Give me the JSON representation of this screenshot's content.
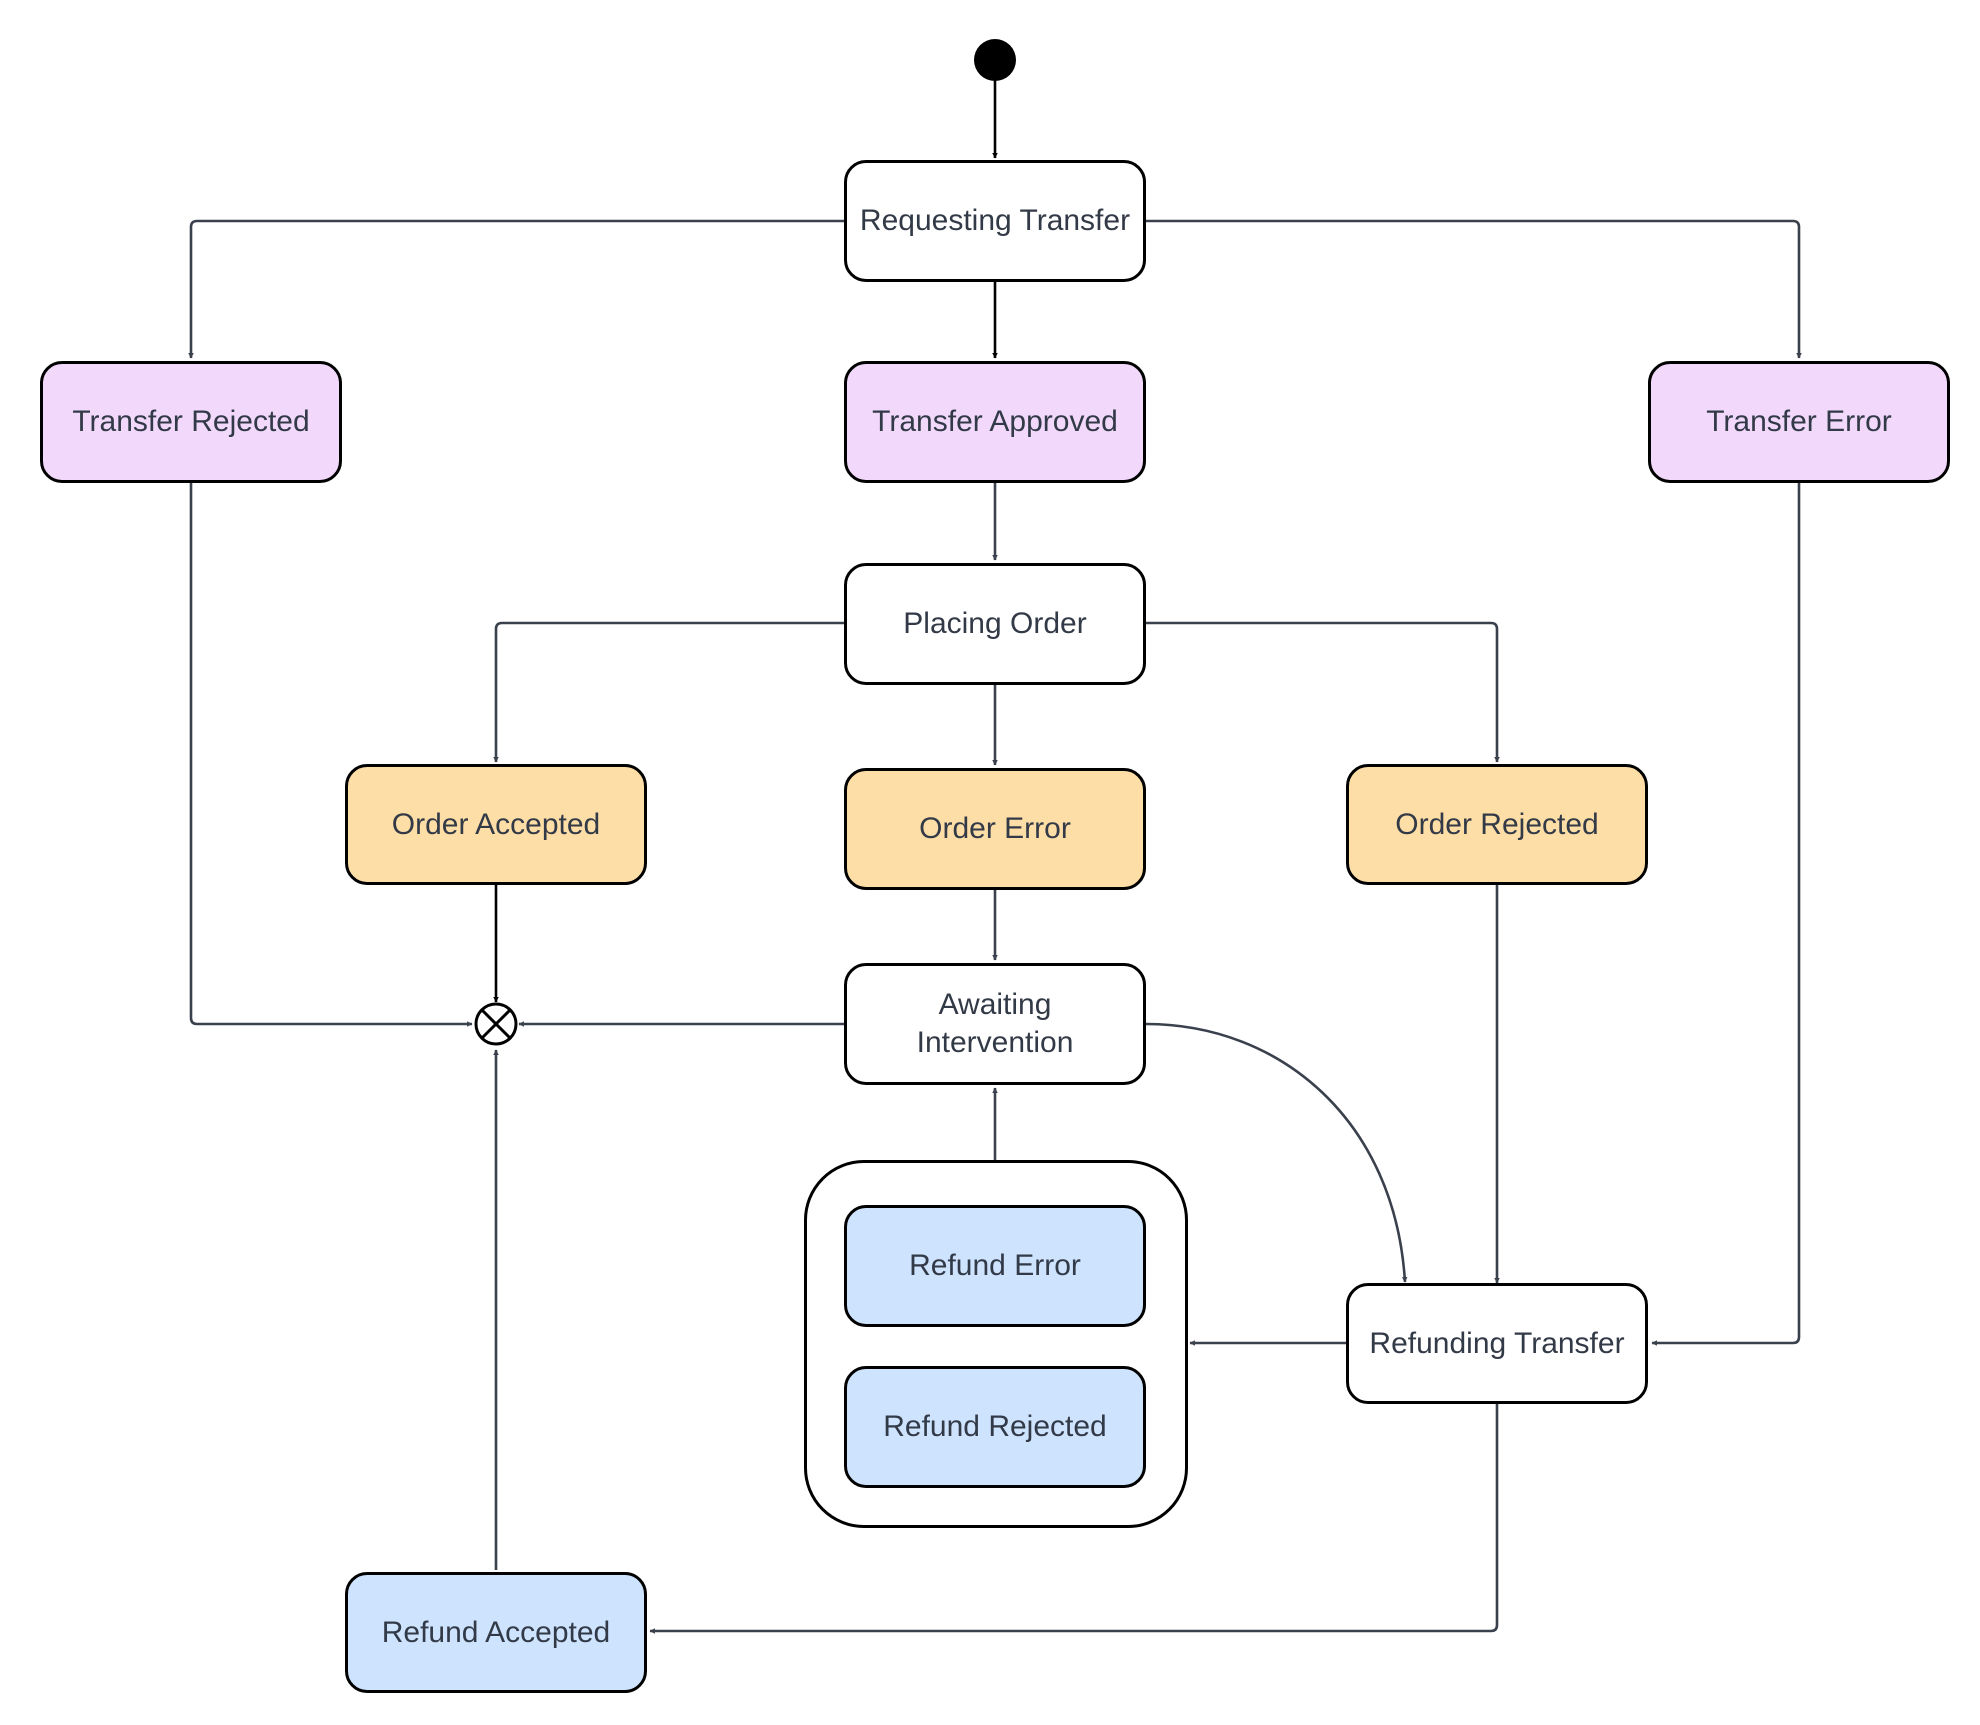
{
  "colors": {
    "line": "#3a414d",
    "line_dark": "#000000",
    "text": "#333a47",
    "border": "#000000",
    "white": "#ffffff",
    "transfer_fill": "#f2d9fc",
    "order_fill": "#fddea6",
    "refund_fill": "#cde3fe"
  },
  "states": {
    "requesting_transfer": "Requesting Transfer",
    "transfer_rejected": "Transfer Rejected",
    "transfer_approved": "Transfer Approved",
    "transfer_error": "Transfer Error",
    "placing_order": "Placing Order",
    "order_accepted": "Order Accepted",
    "order_error": "Order Error",
    "order_rejected": "Order Rejected",
    "awaiting_intervention_line1": "Awaiting",
    "awaiting_intervention_line2": "Intervention",
    "refund_error": "Refund Error",
    "refund_rejected": "Refund Rejected",
    "refunding_transfer": "Refunding Transfer",
    "refund_accepted": "Refund Accepted"
  }
}
